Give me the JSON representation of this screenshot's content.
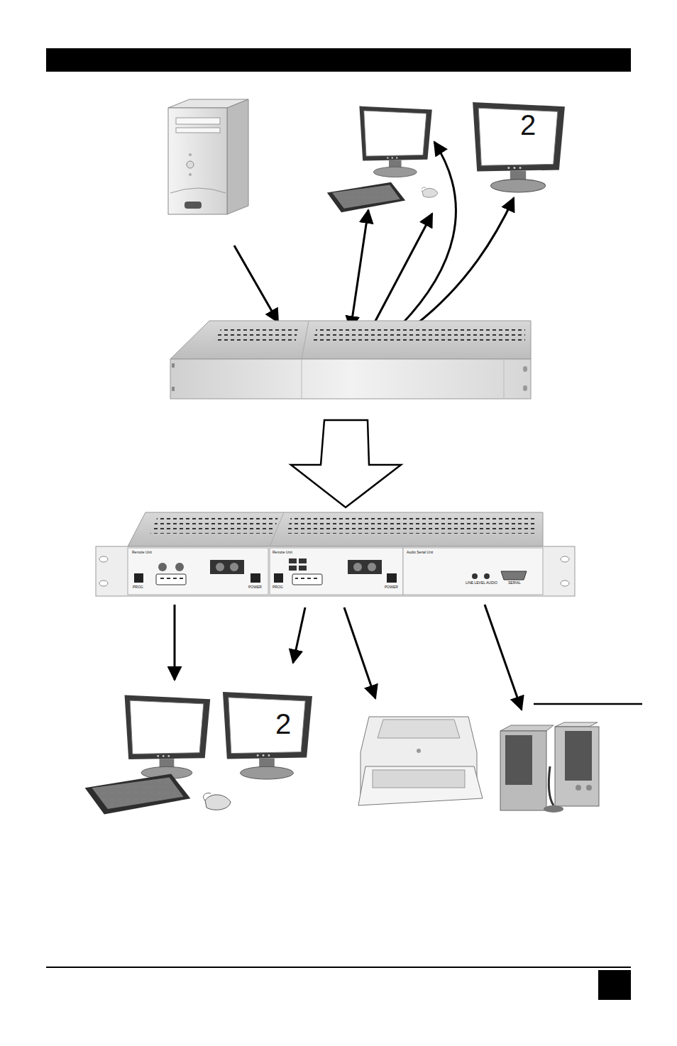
{
  "diagram": {
    "labels": [
      "2",
      "2",
      "Remote Unit",
      "PROG",
      "POWER",
      "Remote Unit",
      "PROG",
      "POWER",
      "Audio Serial Unit",
      "LINE LEVEL AUDIO",
      "SERIAL"
    ]
  }
}
